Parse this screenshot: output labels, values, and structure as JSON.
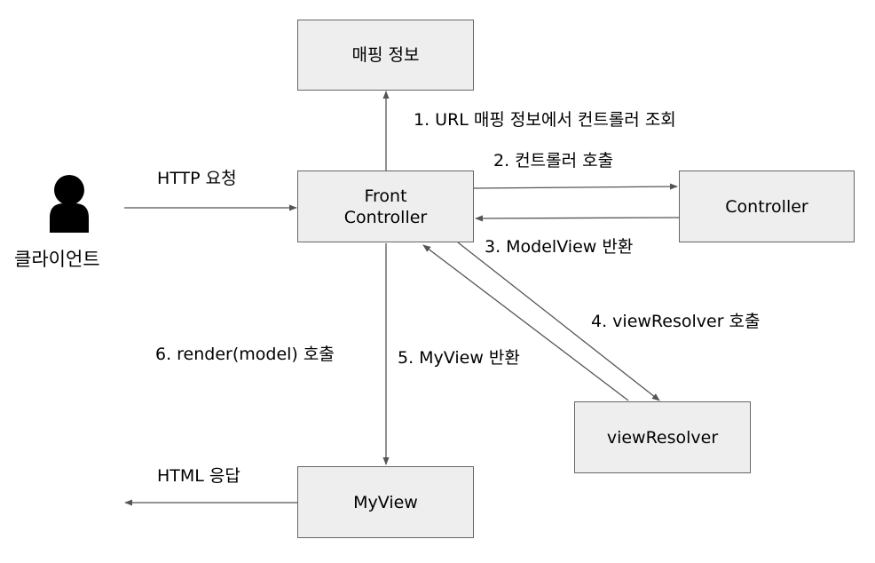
{
  "nodes": {
    "mapping_info": "매핑 정보",
    "front_controller_line1": "Front",
    "front_controller_line2": "Controller",
    "controller": "Controller",
    "view_resolver": "viewResolver",
    "my_view": "MyView",
    "client": "클라이언트"
  },
  "edges": {
    "http_request": "HTTP 요청",
    "step1": "1. URL 매핑 정보에서 컨트롤러 조회",
    "step2": "2. 컨트롤러 호출",
    "step3": "3. ModelView 반환",
    "step4": "4. viewResolver 호출",
    "step5": "5. MyView 반환",
    "step6": "6. render(model) 호출",
    "html_response": "HTML 응답"
  },
  "icons": {
    "client": "person-icon"
  },
  "colors": {
    "box_fill": "#eeeeee",
    "box_border": "#666666",
    "arrow": "#555555"
  }
}
